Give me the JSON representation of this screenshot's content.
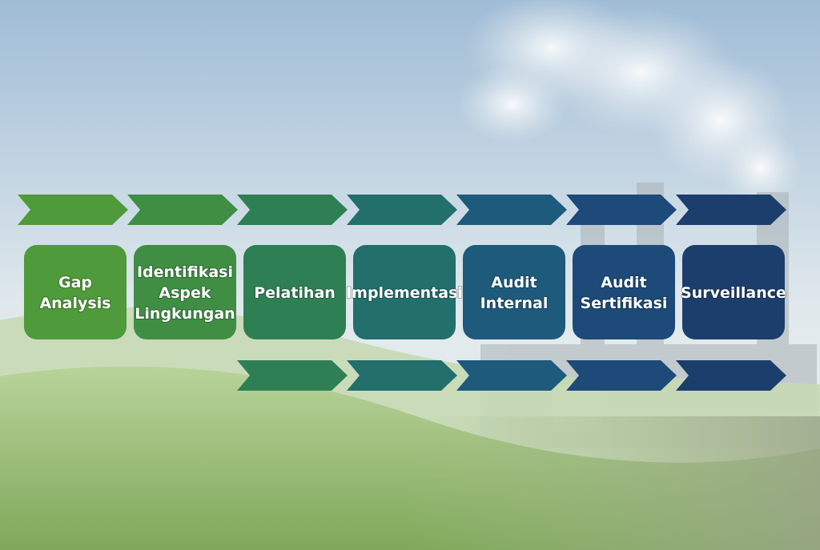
{
  "steps": [
    {
      "lines": [
        "Gap",
        "Analysis"
      ],
      "color": "#4f9a3a"
    },
    {
      "lines": [
        "Identifikasi",
        "Aspek",
        "Lingkungan"
      ],
      "color": "#3f8e44"
    },
    {
      "lines": [
        "Pelatihan"
      ],
      "color": "#2f7f55"
    },
    {
      "lines": [
        "Implementasi"
      ],
      "color": "#226f6c"
    },
    {
      "lines": [
        "Audit",
        "Internal"
      ],
      "color": "#1e5a7c"
    },
    {
      "lines": [
        "Audit",
        "Sertifikasi"
      ],
      "color": "#1d4a78"
    },
    {
      "lines": [
        "Surveillance"
      ],
      "color": "#1c3e6d"
    }
  ],
  "colors": {
    "sky_top": "#9fbcd6",
    "sky_bottom": "#e8eef0",
    "grass": "#8fb86a",
    "grass_dark": "#6f9b4c",
    "factory": "#b9c0c2",
    "smoke": "#f4f6f7"
  }
}
